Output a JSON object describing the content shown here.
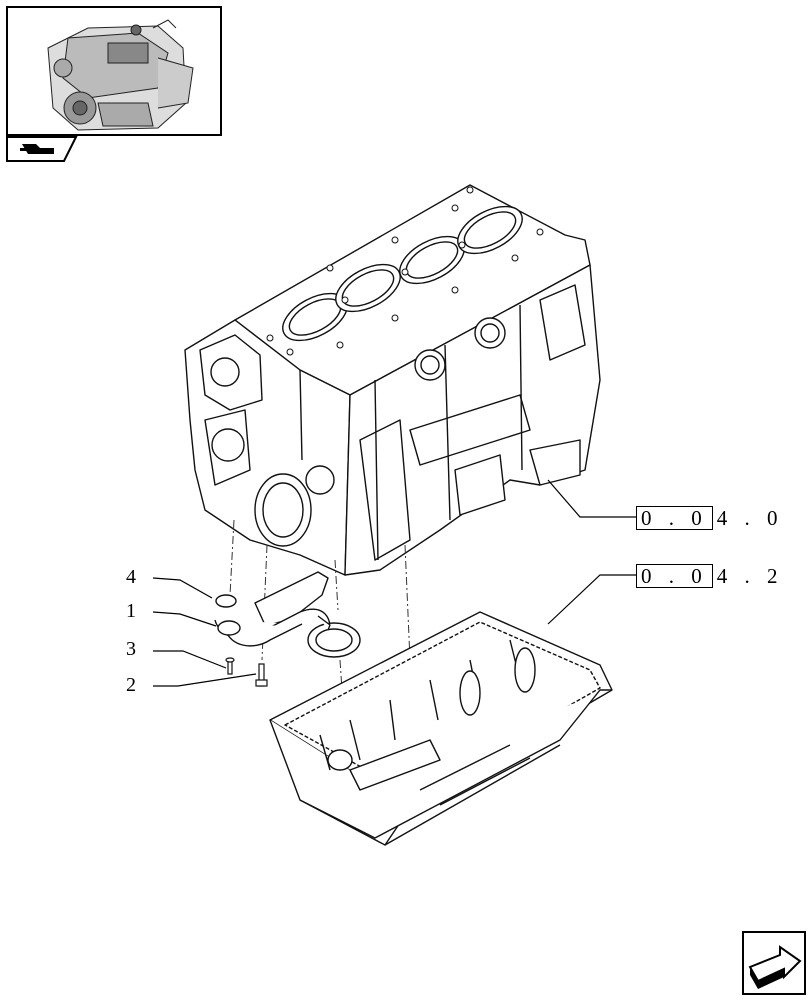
{
  "thumbnail": {
    "icon": "engine-thumbnail"
  },
  "section_tab": {
    "icon": "section-arrow-icon"
  },
  "references": [
    {
      "boxed": "0 . 0",
      "rest": "4 . 0"
    },
    {
      "boxed": "0 . 0",
      "rest": "4 . 2"
    }
  ],
  "callouts": [
    "4",
    "1",
    "3",
    "2"
  ],
  "nav": {
    "icon": "next-page-arrow-icon"
  }
}
